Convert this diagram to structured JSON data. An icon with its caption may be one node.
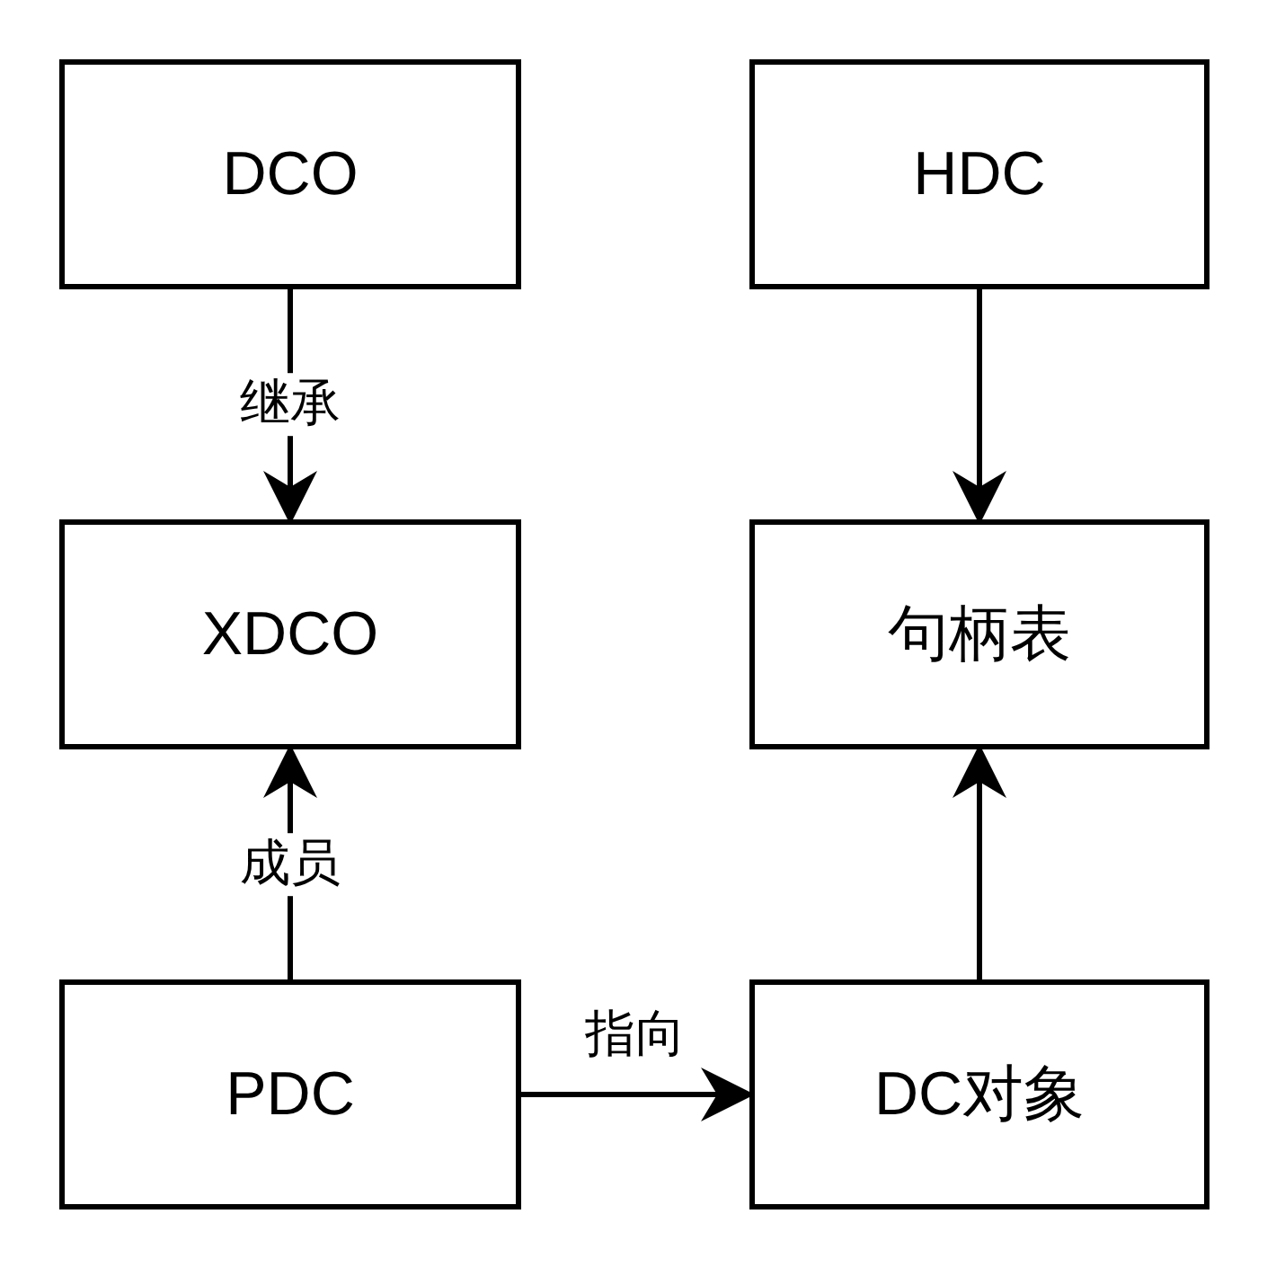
{
  "diagram": {
    "nodes": [
      {
        "text": [
          "DCO"
        ]
      },
      {
        "text": [
          "HDC"
        ]
      },
      {
        "text": [
          "XDCO"
        ]
      },
      {
        "text": [
          "句柄表"
        ]
      },
      {
        "text": [
          "PDC"
        ]
      },
      {
        "text": [
          "DC对象"
        ]
      }
    ],
    "edges": [
      {
        "from": 0,
        "to": 2,
        "arrow": "to",
        "label": "继承"
      },
      {
        "from": 1,
        "to": 3,
        "arrow": "to"
      },
      {
        "from": 4,
        "to": 2,
        "arrow": "to",
        "label": "成员"
      },
      {
        "from": 4,
        "to": 5,
        "arrow": "to",
        "label": "指向"
      },
      {
        "from": 5,
        "to": 3,
        "arrow": "to"
      }
    ]
  }
}
